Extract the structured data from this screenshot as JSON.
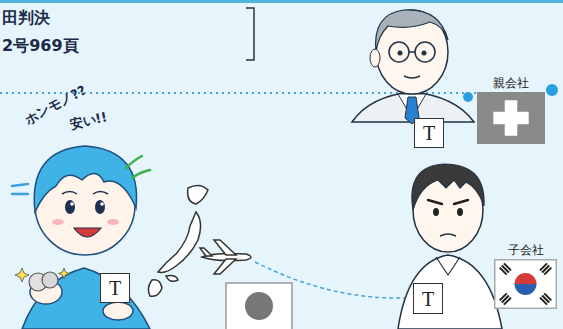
{
  "diagram": {
    "nodes": [
      {
        "text": [
          "親会社"
        ]
      },
      {
        "text": [
          "T"
        ]
      },
      {
        "text": [
          "子会社"
        ]
      },
      {
        "text": [
          "T"
        ]
      },
      {
        "text": [
          "T"
        ]
      }
    ],
    "labels": [
      "田判決",
      "2号969頁",
      "ホンモノ??",
      "安い!!"
    ]
  }
}
